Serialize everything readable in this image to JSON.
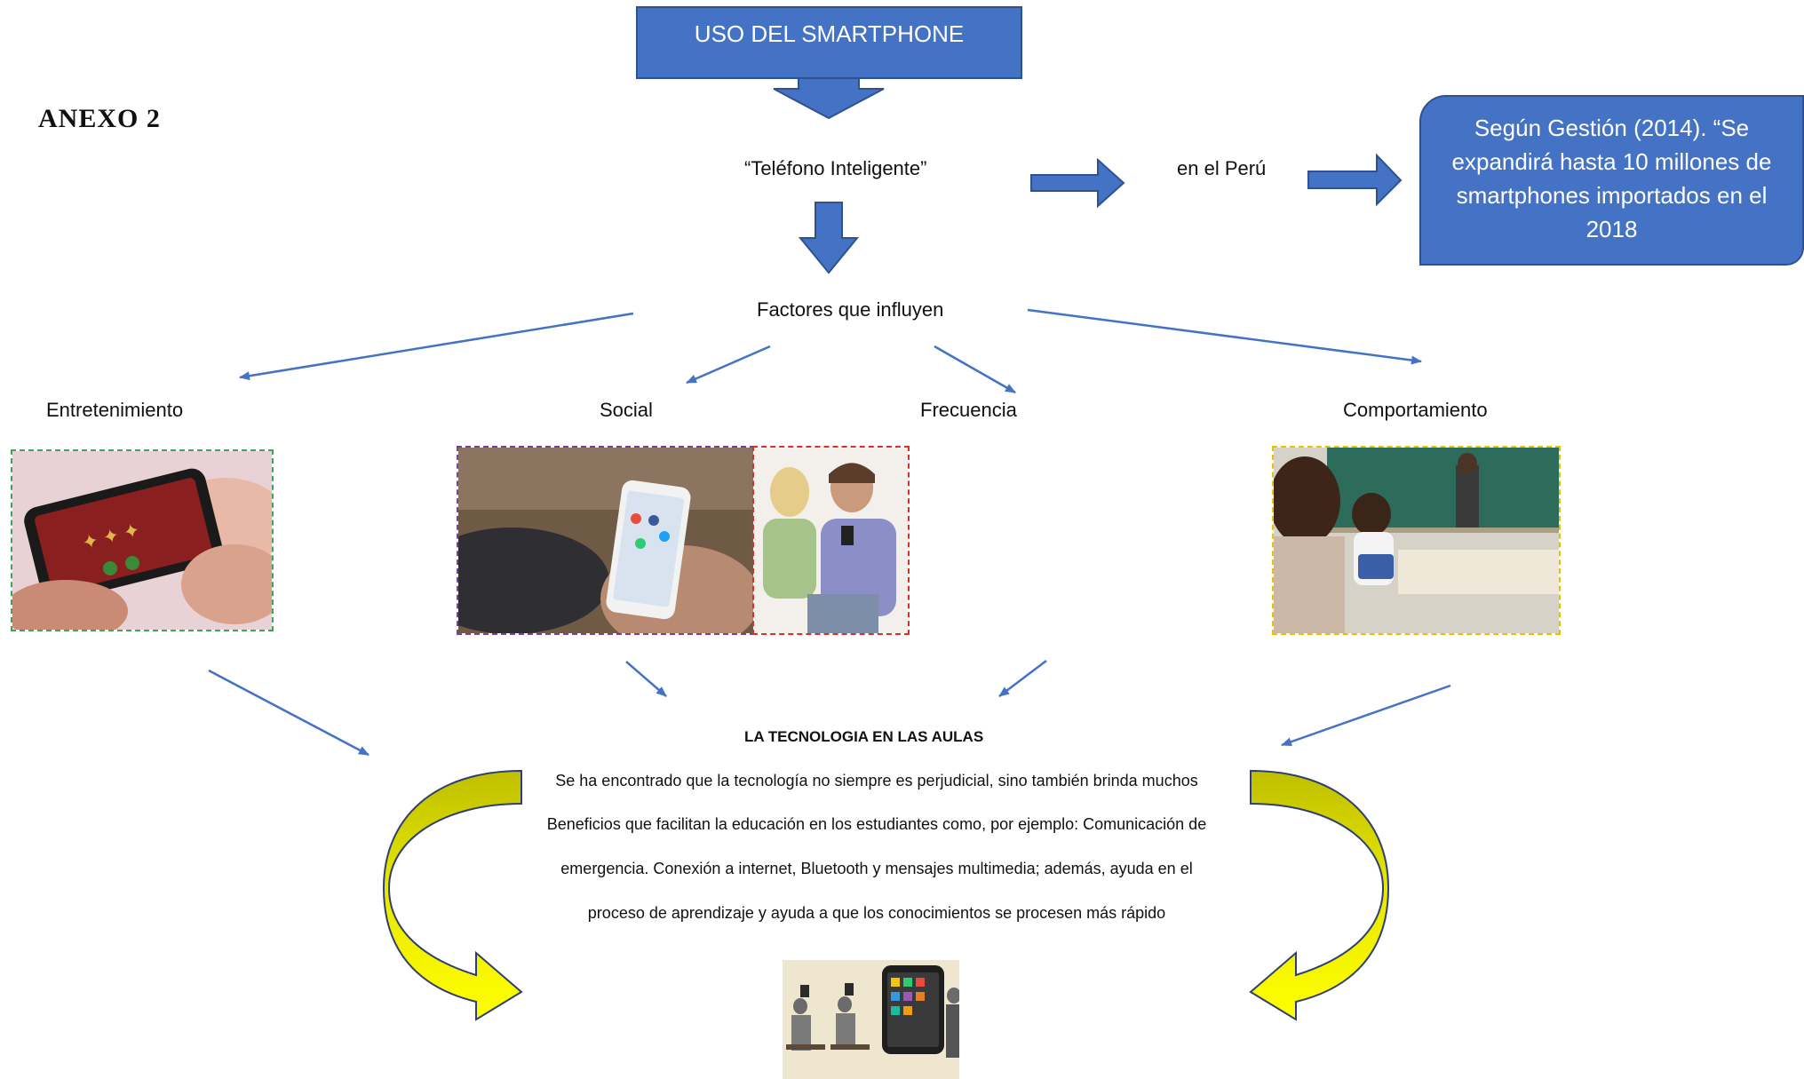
{
  "diagram": {
    "title": "USO DEL SMARTPHONE",
    "annex": "ANEXO  2",
    "smartphone_label": "“Teléfono Inteligente”",
    "peru_label": "en el Perú",
    "quote": "Según Gestión (2014). “Se expandirá hasta 10 millones de smartphones importados en el 2018",
    "factors_label": "Factores que influyen",
    "factors": [
      "Entretenimiento",
      "Social",
      "Frecuencia",
      "Comportamiento"
    ],
    "classroom": {
      "title": "LA TECNOLOGIA EN LAS AULAS",
      "lines": [
        "Se ha encontrado que la tecnología no siempre es perjudicial, sino también brinda muchos",
        "Beneficios que facilitan la educación en los estudiantes como, por ejemplo: Comunicación de",
        "emergencia. Conexión a internet, Bluetooth y mensajes multimedia; además, ayuda en el",
        "proceso de aprendizaje y ayuda a que los conocimientos se procesen más rápido"
      ]
    },
    "colors": {
      "box_fill": "#4472C4",
      "box_border": "#2F528F",
      "connector": "#4472C4",
      "curved_arrow_fill": "#FFFF00",
      "curved_arrow_shade": "#CCCC00"
    }
  }
}
